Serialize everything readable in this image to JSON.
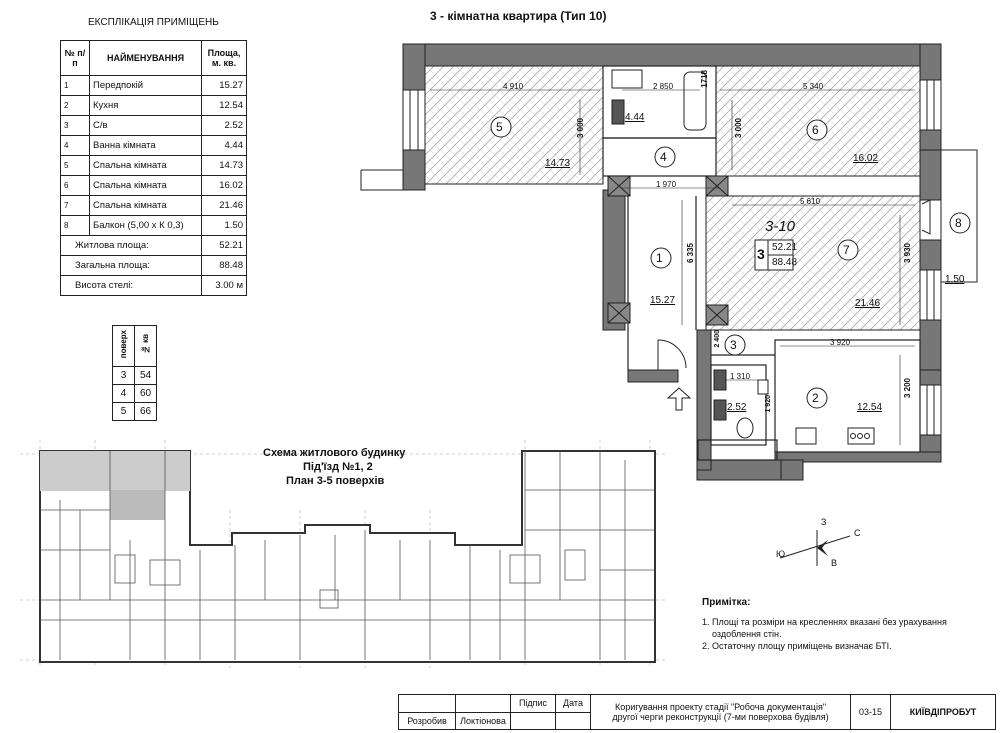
{
  "explication": {
    "title": "ЕКСПЛІКАЦІЯ ПРИМІЩЕНЬ",
    "col_no": "№ п/п",
    "col_name": "НАЙМЕНУВАННЯ",
    "col_area": "Площа, м. кв.",
    "rows": [
      {
        "no": "1",
        "name": "Передпокій",
        "area": "15.27"
      },
      {
        "no": "2",
        "name": "Кухня",
        "area": "12.54"
      },
      {
        "no": "3",
        "name": "С/в",
        "area": "2.52"
      },
      {
        "no": "4",
        "name": "Ванна кімната",
        "area": "4.44"
      },
      {
        "no": "5",
        "name": "Спальна кімната",
        "area": "14.73"
      },
      {
        "no": "6",
        "name": "Спальна кімната",
        "area": "16.02"
      },
      {
        "no": "7",
        "name": "Спальна кімната",
        "area": "21.46"
      },
      {
        "no": "8",
        "name": "Балкон (5,00 х К 0,3)",
        "area": "1.50"
      }
    ],
    "living_label": "Житлова площа:",
    "living_value": "52.21",
    "total_label": "Загальна площа:",
    "total_value": "88.48",
    "height_label": "Висота стелі:",
    "height_value": "3.00 м"
  },
  "floors_table": {
    "col_floor": "поверх",
    "col_apt": "№ кв",
    "rows": [
      {
        "floor": "3",
        "apt": "54"
      },
      {
        "floor": "4",
        "apt": "60"
      },
      {
        "floor": "5",
        "apt": "66"
      }
    ]
  },
  "plan": {
    "title": "3 - кімнатна квартира  (Тип 10)",
    "apt_code": "3-10",
    "rooms_count": "3",
    "living_area": "52.21",
    "total_area": "88.48",
    "room_numbers": [
      "1",
      "2",
      "3",
      "4",
      "5",
      "6",
      "7",
      "8"
    ],
    "room_areas": {
      "r1": "15.27",
      "r2": "12.54",
      "r3": "2.52",
      "r4": "4.44",
      "r5": "14.73",
      "r6": "16.02",
      "r7": "21.46",
      "r8": "1.50"
    },
    "dims": {
      "d4910": "4 910",
      "d2850": "2 850",
      "d1718": "1718",
      "d5340": "5 340",
      "d3000a": "3 000",
      "d3000b": "3 000",
      "d1970": "1 970",
      "d5610": "5 610",
      "d6335": "6 335",
      "d3930": "3 930",
      "d3920": "3 920",
      "d1310": "1 310",
      "d3200": "3 200",
      "d1920": "1 920",
      "d2400": "2 400"
    }
  },
  "scheme": {
    "title_line1": "Схема житлового будинку",
    "title_line2": "Під'їзд №1, 2",
    "title_line3": "План 3-5 поверхів"
  },
  "compass": {
    "n": "С",
    "s": "Ю",
    "e": "В",
    "w": "З"
  },
  "notes": {
    "title": "Примітка:",
    "line1": "1. Площі та розміри на кресленнях вказані без урахування",
    "line1b": "оздоблення стін.",
    "line2": "2. Остаточну площу приміщень визначає БТІ."
  },
  "titleblock": {
    "signature": "Підпис",
    "date": "Дата",
    "developed": "Розробив",
    "author": "Локтіонова",
    "project_line1": "Коригування проекту стадії \"Робоча документація\"",
    "project_line2": "другої черги реконструкції (7-ми поверхова будівля)",
    "sheet": "03-15",
    "org": "КИЇВДІПРОБУТ"
  }
}
